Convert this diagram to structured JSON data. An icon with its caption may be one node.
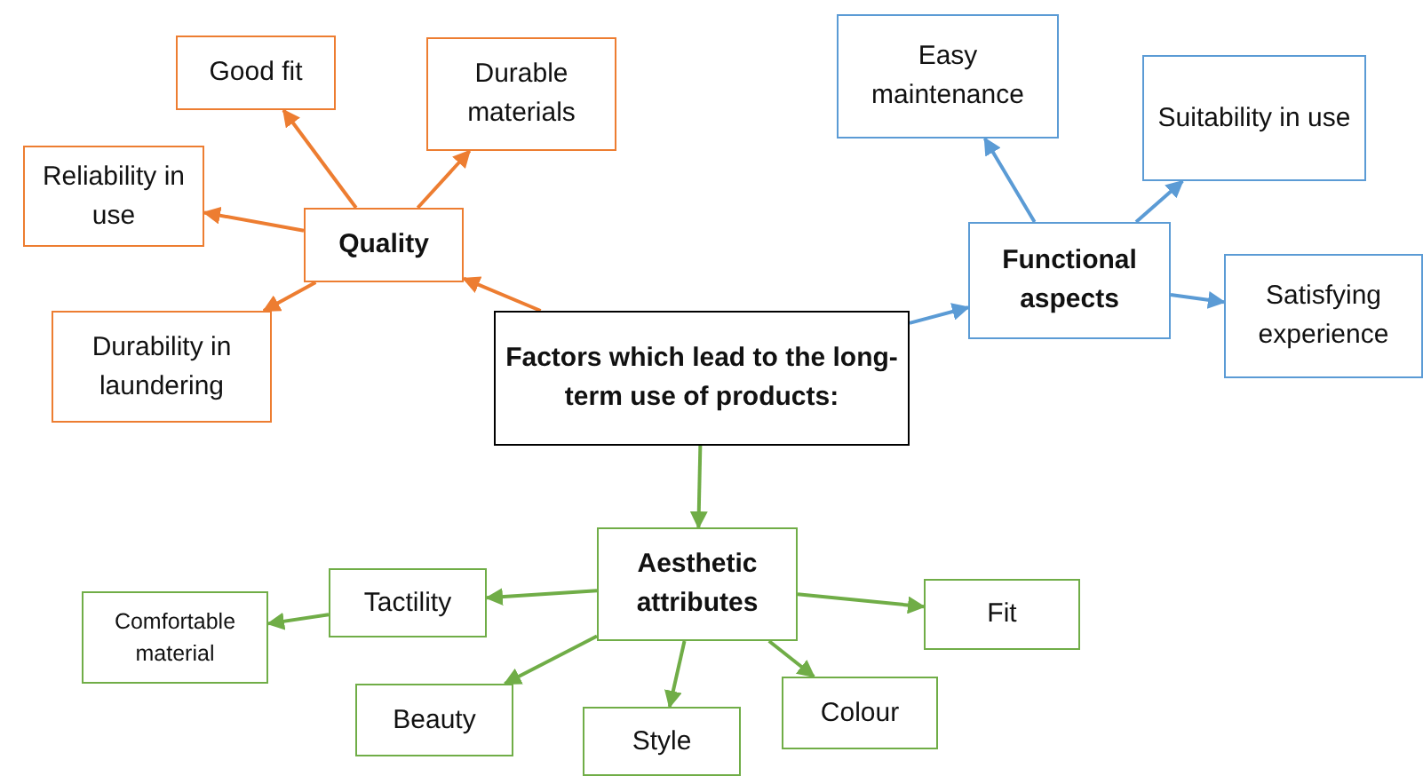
{
  "diagram": {
    "nodes": [
      {
        "text": [
          "Factors which lead to the long-term use of products:"
        ]
      },
      {
        "text": [
          "Quality"
        ]
      },
      {
        "text": [
          "Good fit"
        ]
      },
      {
        "text": [
          "Durable materials"
        ]
      },
      {
        "text": [
          "Reliability in use"
        ]
      },
      {
        "text": [
          "Durability in laundering"
        ]
      },
      {
        "text": [
          "Functional aspects"
        ]
      },
      {
        "text": [
          "Easy maintenance"
        ]
      },
      {
        "text": [
          "Suitability in use"
        ]
      },
      {
        "text": [
          "Satisfying experience"
        ]
      },
      {
        "text": [
          "Aesthetic attributes"
        ]
      },
      {
        "text": [
          "Tactility"
        ]
      },
      {
        "text": [
          "Comfortable material"
        ]
      },
      {
        "text": [
          "Fit"
        ]
      },
      {
        "text": [
          "Beauty"
        ]
      },
      {
        "text": [
          "Style"
        ]
      },
      {
        "text": [
          "Colour"
        ]
      }
    ],
    "edges": [
      {
        "from": 0,
        "to": 1,
        "arrow": "to",
        "color": "#ed7d31"
      },
      {
        "from": 1,
        "to": 2,
        "arrow": "to",
        "color": "#ed7d31"
      },
      {
        "from": 1,
        "to": 3,
        "arrow": "to",
        "color": "#ed7d31"
      },
      {
        "from": 1,
        "to": 4,
        "arrow": "to",
        "color": "#ed7d31"
      },
      {
        "from": 1,
        "to": 5,
        "arrow": "to",
        "color": "#ed7d31"
      },
      {
        "from": 0,
        "to": 6,
        "arrow": "to",
        "color": "#5b9bd5"
      },
      {
        "from": 6,
        "to": 7,
        "arrow": "to",
        "color": "#5b9bd5"
      },
      {
        "from": 6,
        "to": 8,
        "arrow": "to",
        "color": "#5b9bd5"
      },
      {
        "from": 6,
        "to": 9,
        "arrow": "to",
        "color": "#5b9bd5"
      },
      {
        "from": 0,
        "to": 10,
        "arrow": "to"
      },
      {
        "from": 10,
        "to": 11,
        "arrow": "to"
      },
      {
        "from": 11,
        "to": 12,
        "arrow": "to"
      },
      {
        "from": 10,
        "to": 13,
        "arrow": "to"
      },
      {
        "from": 10,
        "to": 14,
        "arrow": "to"
      },
      {
        "from": 10,
        "to": 15,
        "arrow": "to"
      },
      {
        "from": 10,
        "to": 16,
        "arrow": "to"
      }
    ]
  }
}
